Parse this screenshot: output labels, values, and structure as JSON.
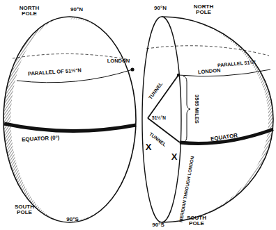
{
  "diagram": {
    "labels": [
      "NORTH POLE",
      "90°N",
      "PARALLEL OF 51½°N",
      "LONDON",
      "EQUATOR (0°)",
      "X",
      "SOUTH POLE",
      "90°S",
      "90°N",
      "NORTH POLE",
      "LONDON",
      "TUNNEL",
      "TUNNEL",
      "PARALLEL 51½°",
      "51½°N",
      "3565 MILES",
      "X",
      "EQUATOR",
      "MERIDIAN THROUGH LONDON",
      "90°S",
      "SOUTH POLE"
    ]
  }
}
